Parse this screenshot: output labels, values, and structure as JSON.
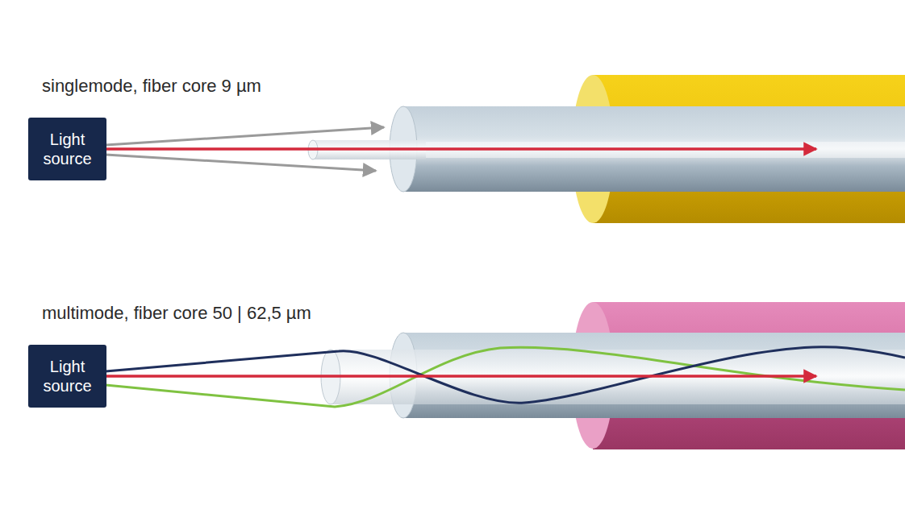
{
  "diagram": {
    "nodes": [
      {
        "text": [
          "Light source"
        ]
      },
      {
        "text": [
          "Light source"
        ]
      }
    ],
    "labels": [
      "singlemode, fiber core 9 µm",
      "multimode, fiber core 50 | 62,5 µm"
    ]
  }
}
